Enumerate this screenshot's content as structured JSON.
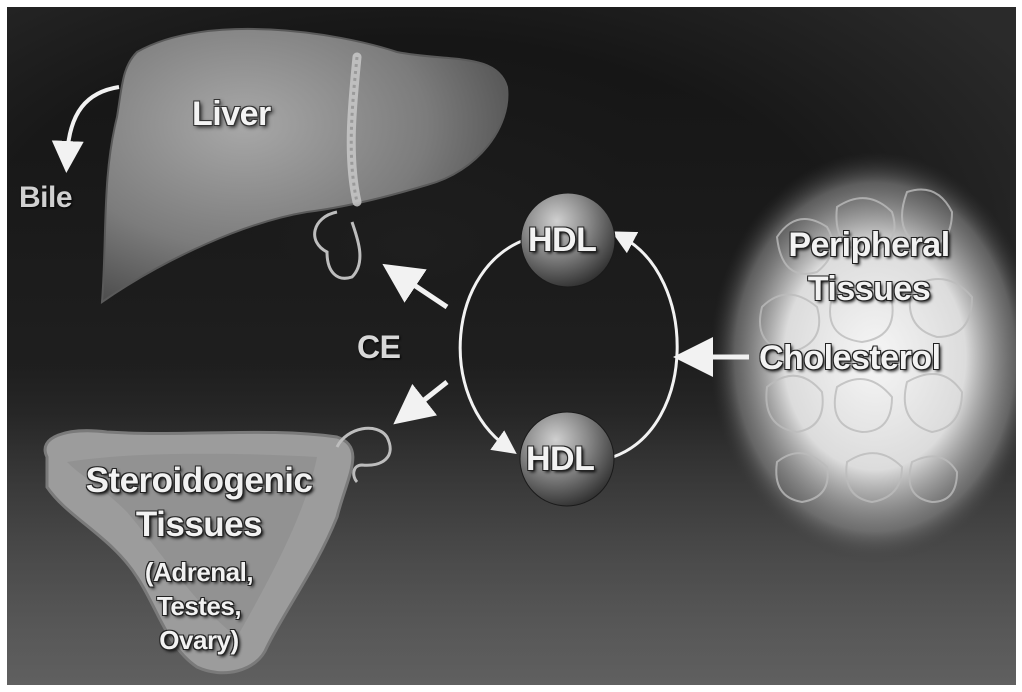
{
  "organs": {
    "liver": "Liver",
    "bile": "Bile",
    "peripheral_line1": "Peripheral",
    "peripheral_line2": "Tissues",
    "steroid_line1": "Steroidogenic",
    "steroid_line2": "Tissues",
    "steroid_line3": "(Adrenal,",
    "steroid_line4": "Testes,",
    "steroid_line5": "Ovary)"
  },
  "particles": {
    "hdl_top": "HDL",
    "hdl_bottom": "HDL"
  },
  "flows": {
    "ce": "CE",
    "cholesterol": "Cholesterol"
  },
  "colors": {
    "background": "#161616",
    "liver": "#8a8a8a",
    "steroid_tissue": "#9a9a9a",
    "peripheral_glow": "#e8e8e8",
    "hdl_sphere": "#7a7a7a",
    "arrows": "#f2f2f2"
  },
  "icons": {
    "liver": "liver-organ-icon",
    "adrenal": "adrenal-gland-icon",
    "peripheral": "cell-cluster-icon"
  }
}
